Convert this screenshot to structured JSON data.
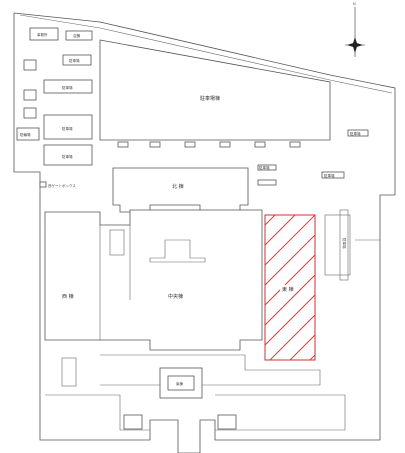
{
  "labels": {
    "jimusho": "事務所",
    "tenpo": "店舗",
    "parking_a": "駐車場",
    "parking_b": "駐車場",
    "parking_c": "駐車場",
    "parking_d": "駐車場",
    "parking_large": "駐車場棟",
    "bike": "駐輪場",
    "bike_right": "駐車場",
    "gate": "西ゲートボックス",
    "north_wing": "北 棟",
    "west_wing": "西 棟",
    "central_wing": "中央棟",
    "east_wing": "東 棟",
    "south_bldg": "南棟",
    "right_tag_1": "駐車場",
    "right_tag_2": "駐車場",
    "vertical_tag": "駐車場"
  },
  "north_arrow": {
    "icon": "north-arrow-icon"
  },
  "highlight": {
    "color": "#d03030"
  }
}
